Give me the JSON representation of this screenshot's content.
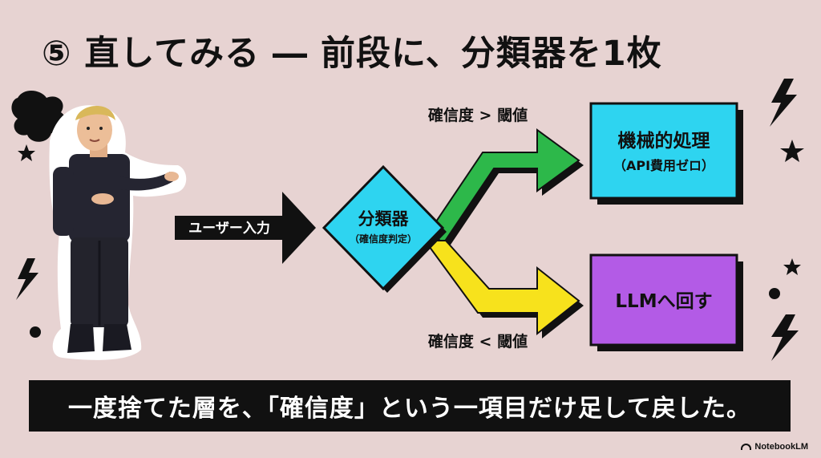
{
  "title": "⑤ 直してみる ― 前段に、分類器を1枚",
  "diagram": {
    "input_label": "ユーザー入力",
    "classifier": {
      "label": "分類器",
      "sublabel": "（確信度判定）"
    },
    "upper_branch": {
      "condition": "確信度 > 閾値",
      "target_label": "機械的処理",
      "target_sublabel": "（API費用ゼロ）",
      "arrow_color": "#2db84a",
      "box_color": "#2ed4f0"
    },
    "lower_branch": {
      "condition": "確信度 < 閾値",
      "target_label": "LLMへ回す",
      "arrow_color": "#f7e21c",
      "box_color": "#b35be6"
    }
  },
  "caption": "一度捨てた層を、「確信度」という一項目だけ足して戻した。",
  "brand": "NotebookLM",
  "icons": [
    "presenter-character",
    "lightning-icon",
    "star-icon",
    "dot-icon",
    "blob-icon"
  ]
}
